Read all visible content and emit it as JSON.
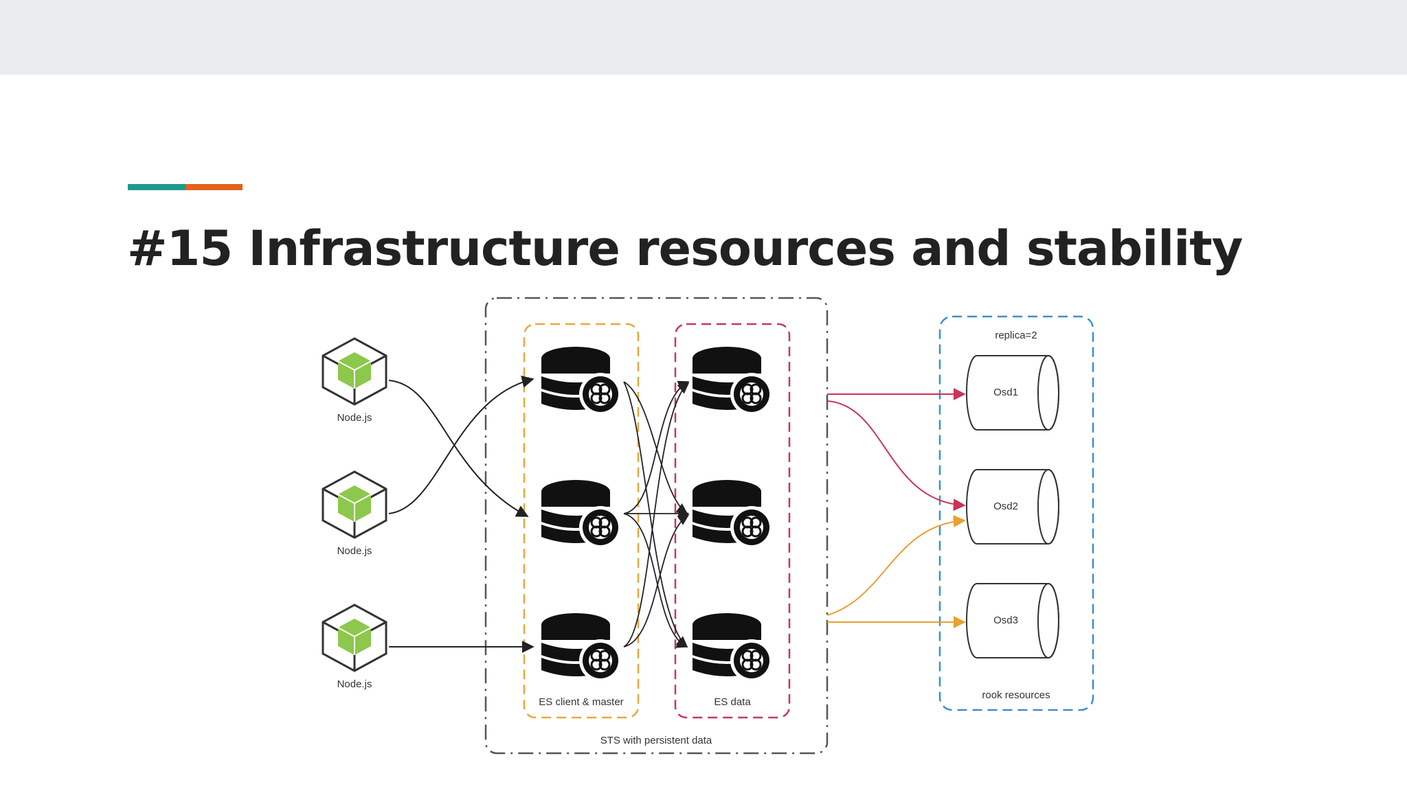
{
  "slide": {
    "title": "#15 Infrastructure resources and stability",
    "accent_colors": [
      "#1b9a8c",
      "#e2611d"
    ]
  },
  "diagram": {
    "nodejs_label": "Node.js",
    "es_client_label": "ES client & master",
    "es_data_label": "ES data",
    "sts_label": "STS with persistent data",
    "replica_label": "replica=2",
    "rook_label": "rook resources",
    "osd_labels": [
      "Osd1",
      "Osd2",
      "Osd3"
    ],
    "colors": {
      "nodejs_green": "#8cc84b",
      "es_client_border": "#e8a838",
      "es_data_border": "#c8365a",
      "rook_border": "#3a8fd0",
      "sts_border": "#555555",
      "edge_red": "#cc3355",
      "edge_orange": "#e8a030"
    },
    "icons": [
      "nodejs-hexagon-icon",
      "elasticsearch-database-icon",
      "osd-cylinder-icon"
    ]
  }
}
